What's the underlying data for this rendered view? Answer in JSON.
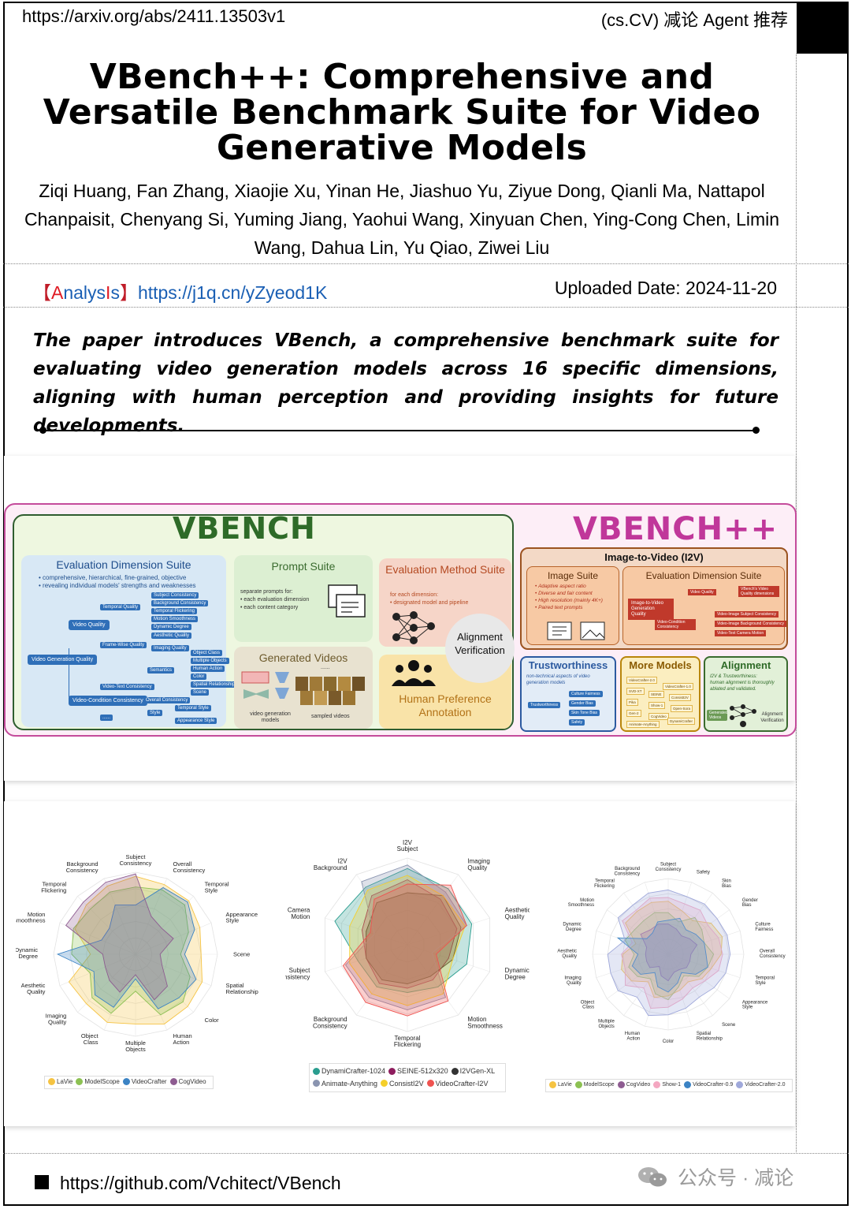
{
  "header": {
    "url": "https://arxiv.org/abs/2411.13503v1",
    "tag": "(cs.CV) 减论 Agent 推荐"
  },
  "paper": {
    "title": "VBench++: Comprehensive and Versatile Benchmark Suite for Video Generative Models",
    "authors": "Ziqi Huang, Fan Zhang, Xiaojie Xu, Yinan He, Jiashuo Yu, Ziyue Dong, Qianli Ma, Nattapol Chanpaisit, Chenyang Si, Yuming Jiang, Yaohui Wang, Xinyuan Chen, Ying-Cong Chen, Limin Wang, Dahua Lin, Yu Qiao, Ziwei Liu",
    "analysis_open": "【",
    "analysis_a": "A",
    "analysis_mid": "nalys",
    "analysis_i": "I",
    "analysis_s": "s",
    "analysis_close": "】",
    "analysis_link": "https://j1q.cn/yZyeod1K",
    "uploaded": "Uploaded Date: 2024-11-20",
    "abstract": "The paper introduces VBench, a comprehensive benchmark suite for evaluating video generation models across 16 specific dimensions, aligning with human perception and providing insights for future developments."
  },
  "figure1": {
    "vbench_logo": "VBENCH",
    "vbenchpp_logo": "VBENCH++",
    "eval_dim_title": "Evaluation Dimension Suite",
    "eval_dim_bullets": [
      "comprehensive, hierarchical, fine-grained, objective",
      "revealing individual models' strengths and weaknesses"
    ],
    "tree_root": "Video Generation Quality",
    "tree_l1": [
      "Video Quality",
      "Video-Condition Consistency"
    ],
    "tree_l2": [
      "Temporal Quality",
      "Frame-Wise Quality",
      "Semantics",
      "Video-Text Consistency",
      "Overall Consistency",
      "Style",
      "......"
    ],
    "tree_leaves": [
      "Subject Consistency",
      "Background Consistency",
      "Temporal Flickering",
      "Motion Smoothness",
      "Dynamic Degree",
      "Aesthetic Quality",
      "Imaging Quality",
      "Object Class",
      "Multiple Objects",
      "Human Action",
      "Color",
      "Spatial Relationship",
      "Scene",
      "Temporal Style",
      "Appearance Style"
    ],
    "prompt_title": "Prompt Suite",
    "prompt_text": [
      "separate prompts for:",
      "• each evaluation dimension",
      "• each content category"
    ],
    "eval_method_title": "Evaluation Method Suite",
    "eval_method_text": [
      "for each dimension:",
      "• designated model and pipeline"
    ],
    "generated_title": "Generated Videos",
    "gen_models_label": "video generation models",
    "sampled_label": "sampled videos",
    "gen_dots": "......",
    "alignment_label": "Alignment Verification",
    "human_pref_title": "Human Preference Annotation",
    "i2v_title": "Image-to-Video (I2V)",
    "image_suite_title": "Image Suite",
    "image_suite_items": [
      "Adaptive aspect ratio",
      "Diverse and fair content",
      "High resolution (mainly 4K+)",
      "Paired text prompts"
    ],
    "i2v_eval_title": "Evaluation Dimension Suite",
    "i2v_nodes": [
      "Image-to-Video Generation Quality",
      "Video Quality",
      "Video-Condition Consistency"
    ],
    "i2v_leaves": [
      "VBench's Video Quality dimensions",
      "Video-Image Subject Consistency",
      "Video-Image Background Consistency",
      "Video-Text Camera Motion"
    ],
    "trust_title": "Trustworthiness",
    "trust_desc": "non-technical aspects of video generation models",
    "trust_root": "Trustworthiness",
    "trust_items": [
      "Culture Fairness",
      "Gender Bias",
      "Skin Tone Bias",
      "Safety"
    ],
    "more_title": "More Models",
    "more_items": [
      "VideoCrafter-2.0",
      "VideoCrafter-1.0",
      "SVD-XT",
      "SEINE",
      "ConsistI2V",
      "Pika",
      "Show-1",
      "Open-Sora",
      "Gen-2",
      "CogVideo",
      "DynamiCrafter",
      "Animate-Anything"
    ],
    "align_title": "Alignment",
    "align_desc": [
      "I2V & Trustworthiness:",
      "human alignment is thoroughly",
      "ablated and validated."
    ],
    "align_gen": "Generated Videos",
    "align_verif": "Alignment Verification"
  },
  "radar1": {
    "axes": [
      "Subject Consistency",
      "Overall Consistency",
      "Temporal Style",
      "Appearance Style",
      "Scene",
      "Spatial Relationship",
      "Color",
      "Human Action",
      "Multiple Objects",
      "Object Class",
      "Imaging Quality",
      "Aesthetic Quality",
      "Dynamic Degree",
      "Motion Smoothness",
      "Temporal Flickering",
      "Background Consistency"
    ],
    "series": [
      {
        "name": "LaVie",
        "color": "#f5c342",
        "values": [
          0.95,
          0.92,
          0.92,
          0.85,
          0.8,
          0.88,
          0.9,
          0.92,
          0.85,
          0.9,
          0.85,
          0.88,
          0.55,
          0.8,
          0.85,
          0.9
        ]
      },
      {
        "name": "ModelScope",
        "color": "#8cc152",
        "values": [
          0.82,
          0.85,
          0.85,
          0.7,
          0.55,
          0.72,
          0.82,
          0.8,
          0.45,
          0.78,
          0.75,
          0.6,
          0.78,
          0.82,
          0.78,
          0.82
        ]
      },
      {
        "name": "VideoCrafter",
        "color": "#3b83c4",
        "values": [
          0.6,
          0.88,
          0.9,
          0.78,
          0.6,
          0.8,
          0.75,
          0.72,
          0.3,
          0.7,
          0.7,
          0.55,
          0.95,
          0.45,
          0.45,
          0.65
        ]
      },
      {
        "name": "CogVideo",
        "color": "#8e5c91",
        "values": [
          0.98,
          0.5,
          0.45,
          0.5,
          0.3,
          0.35,
          0.55,
          0.6,
          0.25,
          0.5,
          0.45,
          0.4,
          0.4,
          0.92,
          0.9,
          0.95
        ]
      }
    ]
  },
  "radar2": {
    "axes": [
      "I2V Subject",
      "Imaging Quality",
      "Aesthetic Quality",
      "Dynamic Degree",
      "Motion Smoothness",
      "Temporal Flickering",
      "Background Consistency",
      "Subject Consistency",
      "Camera Motion",
      "I2V Background"
    ],
    "series": [
      {
        "name": "DynamiCrafter-1024",
        "color": "#2a9d8f",
        "values": [
          0.88,
          0.8,
          0.78,
          0.72,
          0.6,
          0.55,
          0.6,
          0.6,
          0.88,
          0.82
        ]
      },
      {
        "name": "SEINE-512x320",
        "color": "#8e1d5e",
        "values": [
          0.75,
          0.65,
          0.6,
          0.5,
          0.5,
          0.5,
          0.55,
          0.5,
          0.55,
          0.7
        ]
      },
      {
        "name": "I2VGen-XL",
        "color": "#333333",
        "values": [
          0.6,
          0.7,
          0.65,
          0.55,
          0.45,
          0.45,
          0.5,
          0.5,
          0.5,
          0.6
        ]
      },
      {
        "name": "Animate-Anything",
        "color": "#8a94b0",
        "values": [
          0.92,
          0.75,
          0.72,
          0.3,
          0.75,
          0.75,
          0.75,
          0.75,
          0.4,
          0.9
        ]
      },
      {
        "name": "ConsistI2V",
        "color": "#f5cf2a",
        "values": [
          0.8,
          0.7,
          0.7,
          0.55,
          0.7,
          0.7,
          0.7,
          0.7,
          0.7,
          0.78
        ]
      },
      {
        "name": "VideoCrafter-I2V",
        "color": "#ef5350",
        "values": [
          0.7,
          0.85,
          0.72,
          0.35,
          0.8,
          0.82,
          0.82,
          0.78,
          0.45,
          0.65
        ]
      }
    ]
  },
  "radar3": {
    "axes": [
      "Subject Consistency",
      "Safety",
      "Skin Bias",
      "Gender Bias",
      "Culture Fairness",
      "Overall Consistency",
      "Temporal Style",
      "Appearance Style",
      "Scene",
      "Spatial Relationship",
      "Color",
      "Human Action",
      "Multiple Objects",
      "Object Class",
      "Imaging Quality",
      "Aesthetic Quality",
      "Dynamic Degree",
      "Motion Smoothness",
      "Temporal Flickering",
      "Background Consistency"
    ],
    "series": [
      {
        "name": "LaVie",
        "color": "#f5c342",
        "values": [
          0.7,
          0.6,
          0.55,
          0.7,
          0.75,
          0.7,
          0.6,
          0.55,
          0.45,
          0.5,
          0.55,
          0.6,
          0.45,
          0.6,
          0.65,
          0.6,
          0.45,
          0.7,
          0.7,
          0.72
        ]
      },
      {
        "name": "ModelScope",
        "color": "#8cc152",
        "values": [
          0.55,
          0.45,
          0.6,
          0.55,
          0.5,
          0.6,
          0.55,
          0.5,
          0.35,
          0.45,
          0.6,
          0.55,
          0.4,
          0.5,
          0.55,
          0.45,
          0.6,
          0.55,
          0.55,
          0.58
        ]
      },
      {
        "name": "CogVideo",
        "color": "#8e5c91",
        "values": [
          0.4,
          0.35,
          0.3,
          0.35,
          0.4,
          0.3,
          0.3,
          0.3,
          0.25,
          0.25,
          0.35,
          0.3,
          0.2,
          0.3,
          0.3,
          0.3,
          0.3,
          0.45,
          0.4,
          0.42
        ]
      },
      {
        "name": "Show-1",
        "color": "#f4a7c1",
        "values": [
          0.75,
          0.7,
          0.72,
          0.65,
          0.7,
          0.72,
          0.7,
          0.6,
          0.55,
          0.62,
          0.7,
          0.75,
          0.55,
          0.7,
          0.6,
          0.62,
          0.5,
          0.75,
          0.72,
          0.78
        ]
      },
      {
        "name": "VideoCrafter-0.9",
        "color": "#3b83c4",
        "values": [
          0.45,
          0.5,
          0.4,
          0.45,
          0.5,
          0.5,
          0.55,
          0.45,
          0.3,
          0.4,
          0.5,
          0.45,
          0.3,
          0.45,
          0.5,
          0.4,
          0.7,
          0.35,
          0.35,
          0.45
        ]
      },
      {
        "name": "VideoCrafter-2.0",
        "color": "#9fa8da",
        "values": [
          0.85,
          0.8,
          0.82,
          0.8,
          0.82,
          0.82,
          0.8,
          0.75,
          0.7,
          0.75,
          0.8,
          0.85,
          0.7,
          0.82,
          0.8,
          0.8,
          0.6,
          0.82,
          0.8,
          0.85
        ]
      }
    ]
  },
  "footer": {
    "github": "https://github.com/Vchitect/VBench",
    "watermark": "公众号 · 减论"
  }
}
